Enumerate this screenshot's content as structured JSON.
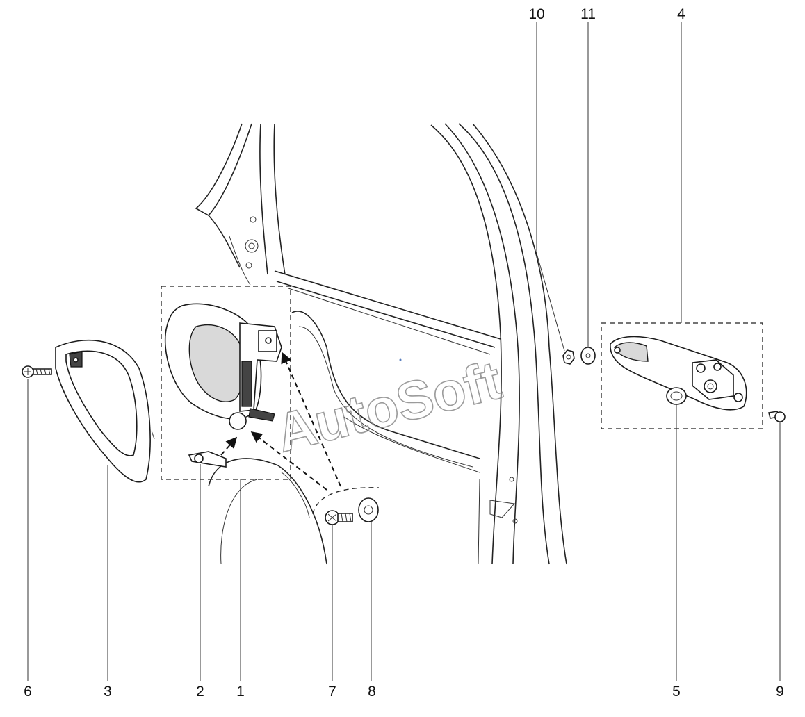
{
  "callouts": [
    {
      "id": "c6",
      "label": "6"
    },
    {
      "id": "c3",
      "label": "3"
    },
    {
      "id": "c2",
      "label": "2"
    },
    {
      "id": "c1",
      "label": "1"
    },
    {
      "id": "c7",
      "label": "7"
    },
    {
      "id": "c8",
      "label": "8"
    },
    {
      "id": "c5",
      "label": "5"
    },
    {
      "id": "c9",
      "label": "9"
    },
    {
      "id": "c10",
      "label": "10"
    },
    {
      "id": "c11",
      "label": "11"
    },
    {
      "id": "c4",
      "label": "4"
    }
  ],
  "watermark": "AutoSoft"
}
